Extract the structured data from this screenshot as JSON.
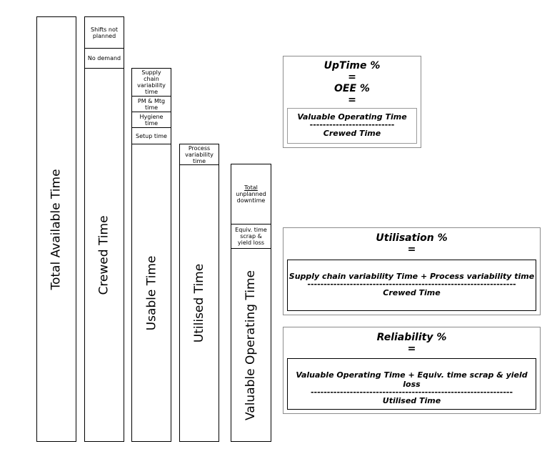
{
  "bars": {
    "total_available": "Total Available Time",
    "crewed": {
      "label": "Crewed Time",
      "shifts_not_planned": "Shifts not planned",
      "no_demand": "No demand"
    },
    "usable": {
      "label": "Usable Time",
      "supply_chain": "Supply chain variability time",
      "pm_mtg": "PM & Mtg time",
      "hygiene": "Hygiene time",
      "setup": "Setup time"
    },
    "utilised": {
      "label": "Utilised Time",
      "process_variability": "Process variability time"
    },
    "valuable": {
      "label": "Valuable Operating Time",
      "total_word": "Total",
      "unplanned_downtime": "unplanned downtime",
      "equiv_scrap": "Equiv. time scrap & yield loss"
    }
  },
  "formulas": {
    "uptime": {
      "title": "UpTime %",
      "eq1": "=",
      "oee": "OEE %",
      "eq2": "=",
      "numerator": "Valuable Operating Time",
      "divider": "--------------------------",
      "denominator": "Crewed Time"
    },
    "utilisation": {
      "title": "Utilisation %",
      "eq": "=",
      "numerator": "Supply chain variability Time + Process variability time",
      "divider": "----------------------------------------------------------------",
      "denominator": "Crewed Time"
    },
    "reliability": {
      "title": "Reliability %",
      "eq": "=",
      "numerator": "Valuable Operating Time + Equiv. time scrap & yield loss",
      "divider": "--------------------------------------------------------------",
      "denominator": "Utilised Time"
    }
  }
}
